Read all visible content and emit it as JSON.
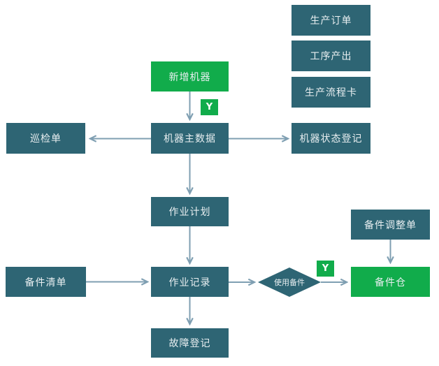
{
  "colors": {
    "node_fill": "#2e6574",
    "highlight_fill": "#11ac4b",
    "arrow": "#7f9fb2",
    "node_text": "#e9eff1",
    "background": "#ffffff"
  },
  "nodes": {
    "production_order": {
      "label": "生产订单"
    },
    "process_output": {
      "label": "工序产出"
    },
    "production_flow_card": {
      "label": "生产流程卡"
    },
    "new_machine": {
      "label": "新增机器"
    },
    "inspection_sheet": {
      "label": "巡检单"
    },
    "machine_master_data": {
      "label": "机器主数据"
    },
    "machine_status_register": {
      "label": "机器状态登记"
    },
    "work_plan": {
      "label": "作业计划"
    },
    "spare_parts_list": {
      "label": "备件清单"
    },
    "work_record": {
      "label": "作业记录"
    },
    "fault_register": {
      "label": "故障登记"
    },
    "spare_parts_adjustment": {
      "label": "备件调整单"
    },
    "spare_parts_warehouse": {
      "label": "备件仓"
    }
  },
  "decisions": {
    "use_spare_parts": {
      "label": "使用备件"
    }
  },
  "badges": {
    "yes_new_machine": {
      "label": "Y"
    },
    "yes_use_spare": {
      "label": "Y"
    }
  }
}
